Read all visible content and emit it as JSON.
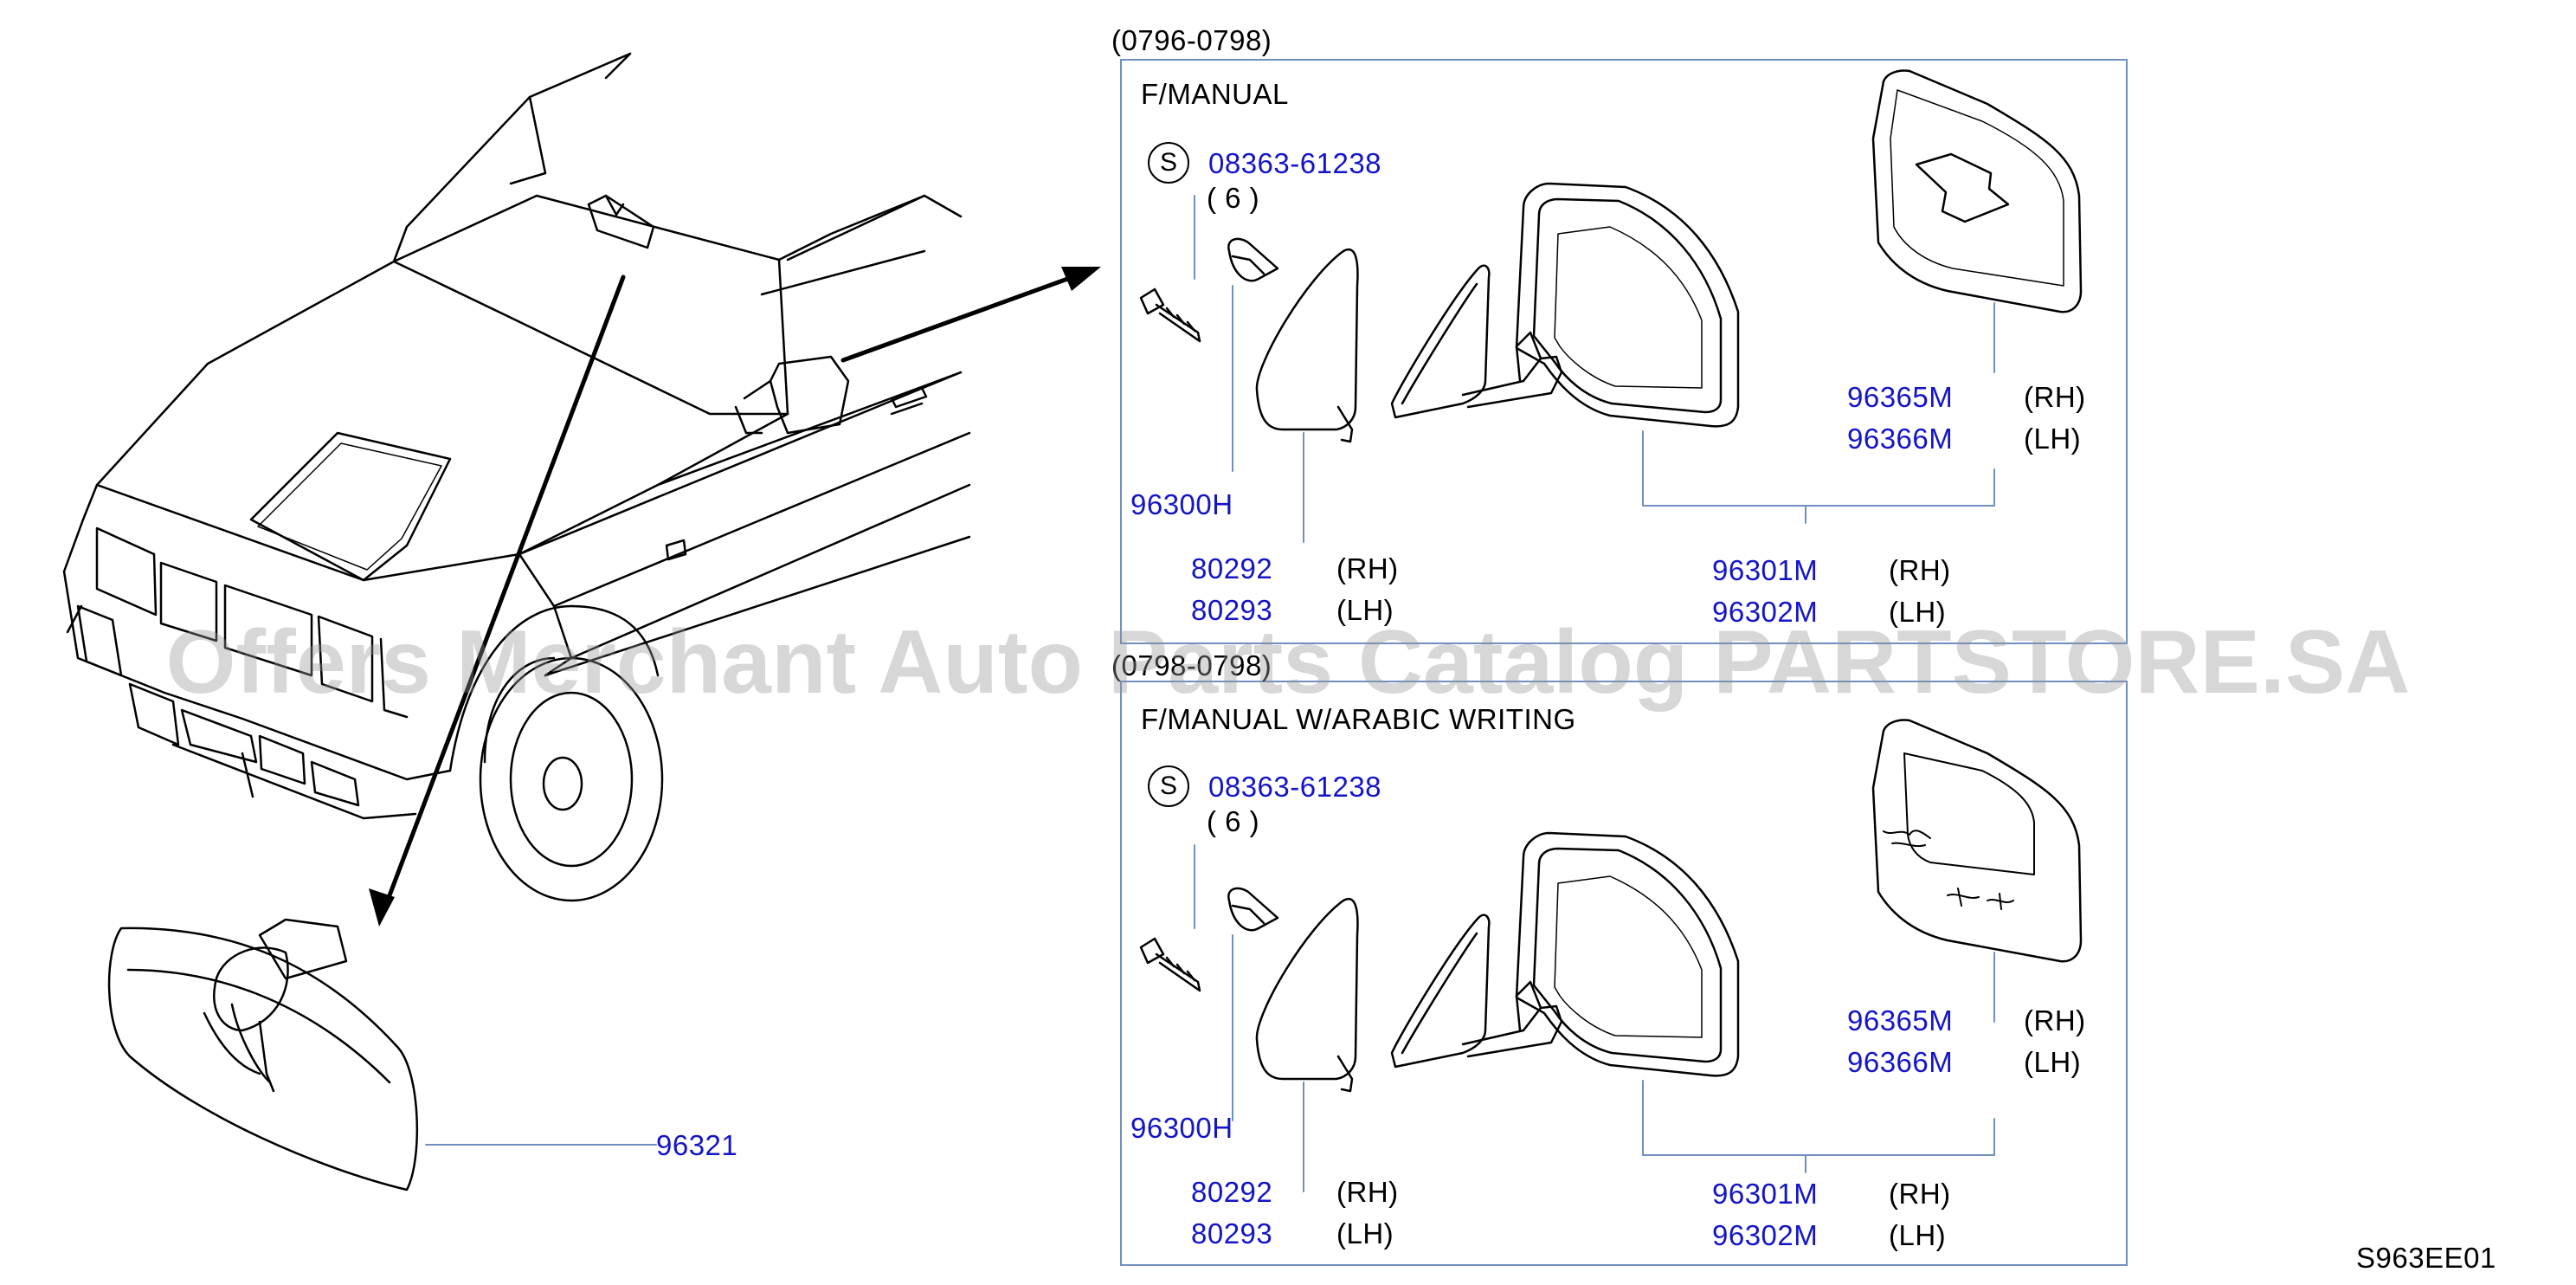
{
  "diagram_code": "S963EE01",
  "watermark": "Offers Merchant Auto Parts Catalog PARTSTORE.SA",
  "colors": {
    "part_number": "#1414c8",
    "frame": "#6f8fc0",
    "watermark": "#969696"
  },
  "inside_mirror": {
    "part_number": "96321"
  },
  "panels": [
    {
      "date_range": "(0796-0798)",
      "title": "F/MANUAL",
      "screw": {
        "symbol": "S",
        "part_number": "08363-61238",
        "qty": "( 6 )"
      },
      "base_part": "96300H",
      "cover": [
        {
          "pn": "80292",
          "side": "(RH)"
        },
        {
          "pn": "80293",
          "side": "(LH)"
        }
      ],
      "mirror_assy": [
        {
          "pn": "96301M",
          "side": "(RH)"
        },
        {
          "pn": "96302M",
          "side": "(LH)"
        }
      ],
      "glass": [
        {
          "pn": "96365M",
          "side": "(RH)"
        },
        {
          "pn": "96366M",
          "side": "(LH)"
        }
      ]
    },
    {
      "date_range": "(0798-0798)",
      "title": "F/MANUAL  W/ARABIC  WRITING",
      "screw": {
        "symbol": "S",
        "part_number": "08363-61238",
        "qty": "( 6 )"
      },
      "base_part": "96300H",
      "cover": [
        {
          "pn": "80292",
          "side": "(RH)"
        },
        {
          "pn": "80293",
          "side": "(LH)"
        }
      ],
      "mirror_assy": [
        {
          "pn": "96301M",
          "side": "(RH)"
        },
        {
          "pn": "96302M",
          "side": "(LH)"
        }
      ],
      "glass": [
        {
          "pn": "96365M",
          "side": "(RH)"
        },
        {
          "pn": "96366M",
          "side": "(LH)"
        }
      ]
    }
  ]
}
